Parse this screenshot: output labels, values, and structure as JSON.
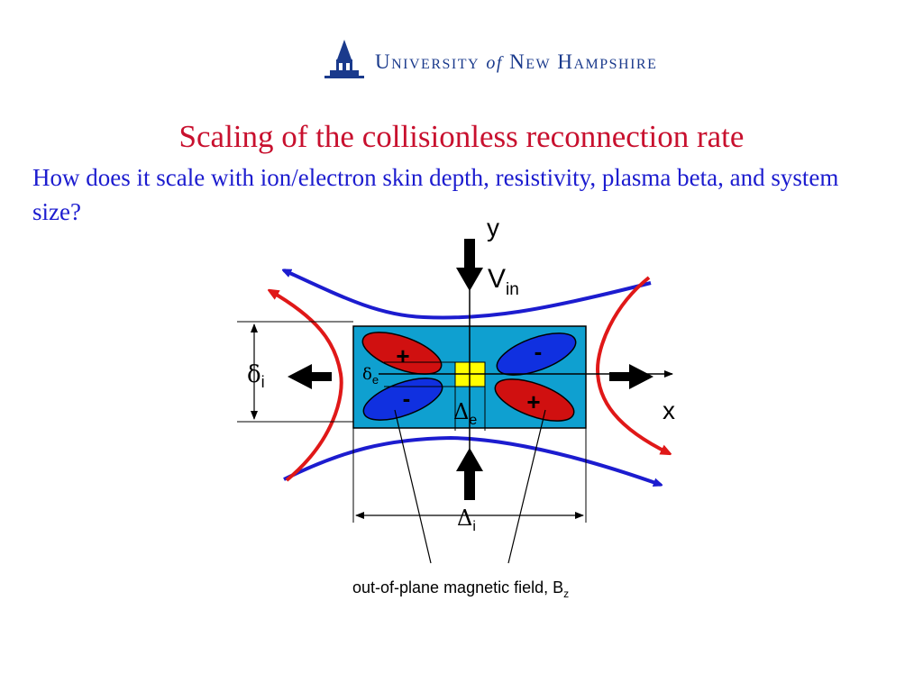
{
  "logo": {
    "word_university": "University",
    "word_of": "of",
    "word_new_hampshire": "New Hampshire",
    "colors": {
      "brand": "#1a3a8c"
    }
  },
  "title": "Scaling of the collisionless reconnection rate",
  "question": "How does it scale with ion/electron skin depth, resistivity, plasma beta, and system size?",
  "diagram": {
    "axis_y": "y",
    "axis_x": "x",
    "v_in": {
      "main": "V",
      "sub": "in"
    },
    "delta_i": {
      "main": "δ",
      "sub": "i"
    },
    "delta_e": {
      "main": "δ",
      "sub": "e"
    },
    "Delta_e": {
      "main": "Δ",
      "sub": "e"
    },
    "Delta_i": {
      "main": "Δ",
      "sub": "i"
    },
    "lobes": [
      "+",
      "-",
      "-",
      "+"
    ],
    "caption": {
      "main": "out-of-plane magnetic field, B",
      "sub": "z"
    },
    "colors": {
      "region": "#0fa0d0",
      "field_line_blue": "#1c1ccf",
      "field_line_red": "#e01818",
      "lobe_red": "#d01010",
      "lobe_blue": "#1030e0",
      "electron_region": "#ffff00"
    }
  }
}
